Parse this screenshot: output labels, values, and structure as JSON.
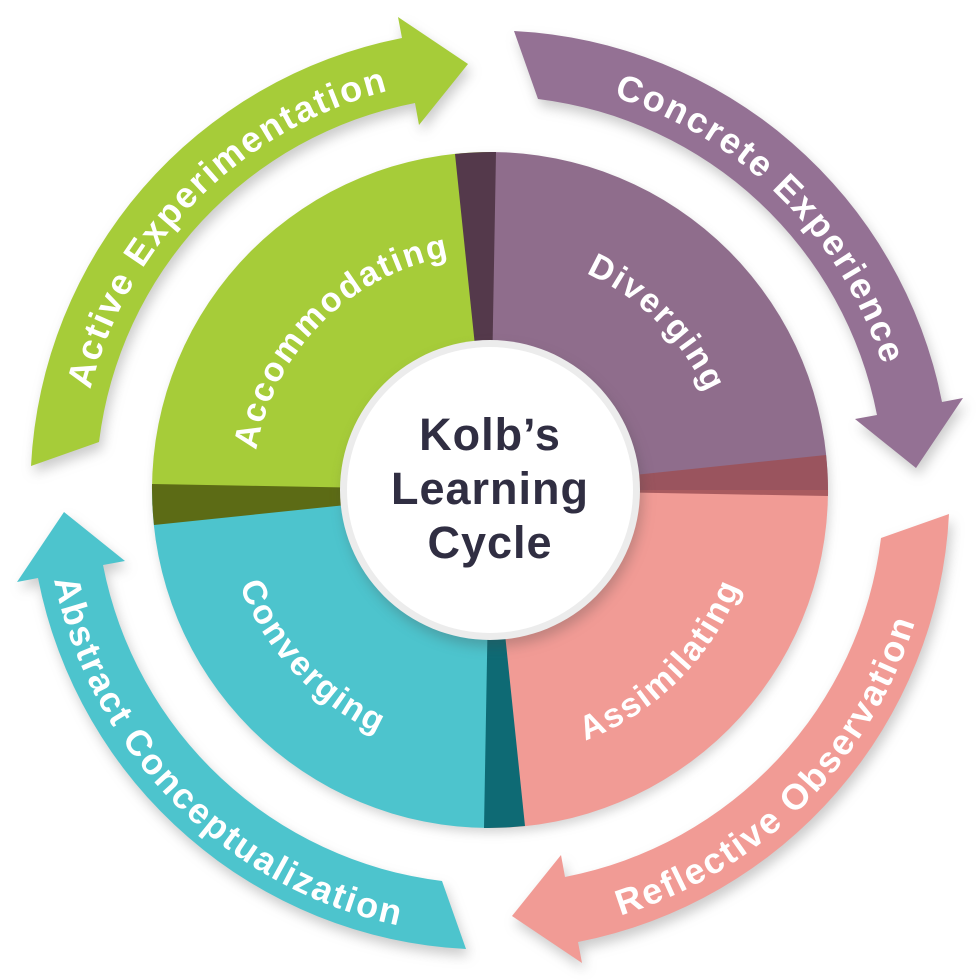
{
  "title": "Kolb’s Learning Cycle",
  "center": {
    "line1": "Kolb’s",
    "line2": "Learning",
    "line3": "Cycle"
  },
  "outer_ring": [
    {
      "id": "concrete-experience",
      "label": "Concrete Experience",
      "color": "#947194"
    },
    {
      "id": "reflective-observation",
      "label": "Reflective Observation",
      "color": "#f19b95"
    },
    {
      "id": "abstract-conceptualization",
      "label": "Abstract Conceptualization",
      "color": "#4dc4cd"
    },
    {
      "id": "active-experimentation",
      "label": "Active Experimentation",
      "color": "#a6cc39"
    }
  ],
  "inner_quadrants": [
    {
      "id": "diverging",
      "label": "Diverging",
      "color": "#8f6d8c"
    },
    {
      "id": "assimilating",
      "label": "Assimilating",
      "color": "#f19b95"
    },
    {
      "id": "converging",
      "label": "Converging",
      "color": "#4dc4cd"
    },
    {
      "id": "accommodating",
      "label": "Accommodating",
      "color": "#a6cc39"
    }
  ],
  "shading": {
    "boundary_top": "#54394b",
    "boundary_right": "#9c5056",
    "boundary_bottom": "#0e6a74",
    "boundary_left": "#5c6b15"
  }
}
